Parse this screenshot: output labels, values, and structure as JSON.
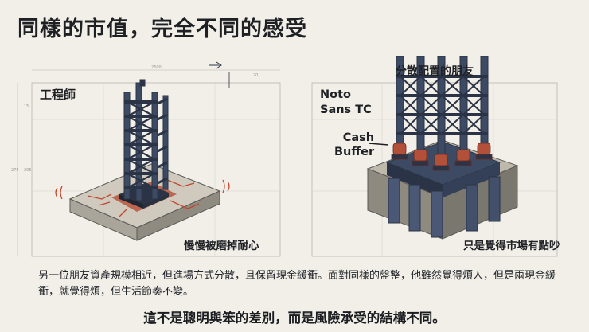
{
  "title": "同樣的市值，完全不同的感受",
  "left_panel": {
    "top_label": "工程師",
    "bottom_label": "慢慢被磨掉耐心",
    "dimension_labels": [
      "2600",
      "20",
      "15",
      "275",
      "205"
    ]
  },
  "right_panel": {
    "top_label": "分散配置的朋友",
    "font_label": "Noto\nSans TC",
    "buffer_label": "Cash\nBuffer",
    "bottom_label": "只是覺得市場有點吵"
  },
  "body_text": "另一位朋友資產規模相近，但進場方式分散，且保留現金緩衝。面對同樣的盤整，他雖然覺得煩人，但是兩現金緩衝，就覺得煩，但生活節奏不變。",
  "conclusion": "這不是聰明與笨的差別，而是風險承受的結構不同。",
  "colors": {
    "background": "#f1efe8",
    "steel": "#3c4a63",
    "steel_dark": "#2b3446",
    "concrete": "#cbc6b8",
    "crack": "#c2452d",
    "buffer": "#b3503a"
  }
}
